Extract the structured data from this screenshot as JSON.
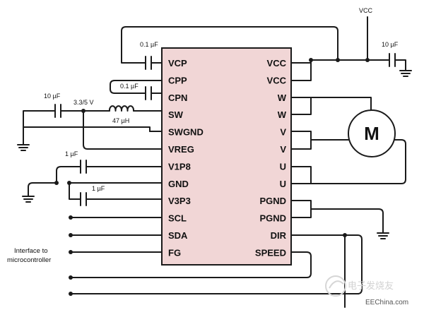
{
  "chip": {
    "left_pins": [
      "VCP",
      "CPP",
      "CPN",
      "SW",
      "SWGND",
      "VREG",
      "V1P8",
      "GND",
      "V3P3",
      "SCL",
      "SDA",
      "FG"
    ],
    "right_pins": [
      "VCC",
      "VCC",
      "W",
      "W",
      "V",
      "V",
      "U",
      "U",
      "PGND",
      "PGND",
      "DIR",
      "SPEED"
    ],
    "fill_color": "#f1d6d6"
  },
  "labels": {
    "vcc": "VCC",
    "cap_vcp": "0.1 µF",
    "cap_cpp": "0.1 µF",
    "cap_vcc": "10 µF",
    "cap_sw": "10 µF",
    "sw_voltage": "3.3/5 V",
    "inductor": "47 µH",
    "cap_v1p8": "1 µF",
    "cap_v3p3": "1 µF",
    "interface_line1": "Interface to",
    "interface_line2": "microcontroller",
    "motor": "M"
  },
  "watermark": {
    "text": "电子发烧友",
    "sub": "EEChina.com"
  }
}
